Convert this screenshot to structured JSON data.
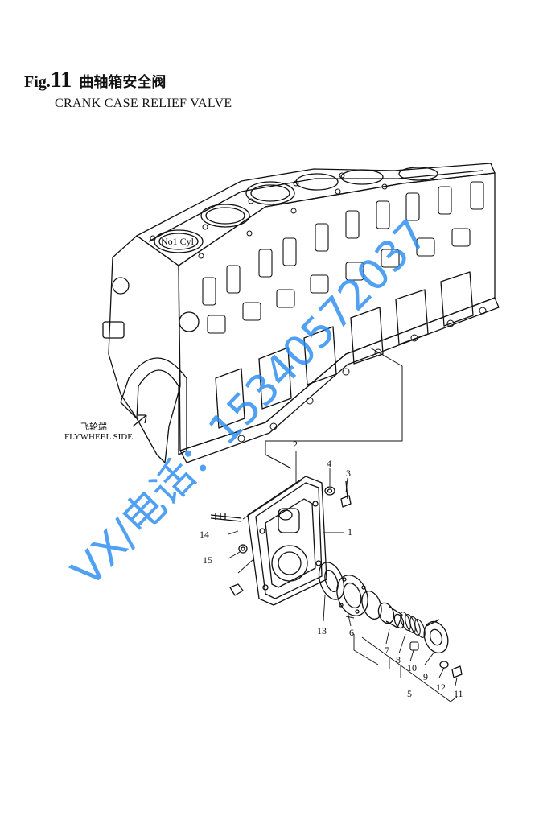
{
  "figure": {
    "label": "Fig.",
    "number": "11",
    "title_cn": "曲轴箱安全阀",
    "title_en": "CRANK CASE RELIEF VALVE"
  },
  "engine": {
    "cylinder_label": "No1 Cyl",
    "flywheel_cn": "飞轮端",
    "flywheel_en": "FLYWHEEL SIDE"
  },
  "callouts": [
    "1",
    "2",
    "3",
    "4",
    "5",
    "6",
    "7",
    "8",
    "9",
    "10",
    "11",
    "12",
    "13",
    "14",
    "15"
  ],
  "watermark": "VX/电话：15340572037",
  "colors": {
    "line": "#111111",
    "watermark": "#2a8bf0"
  }
}
